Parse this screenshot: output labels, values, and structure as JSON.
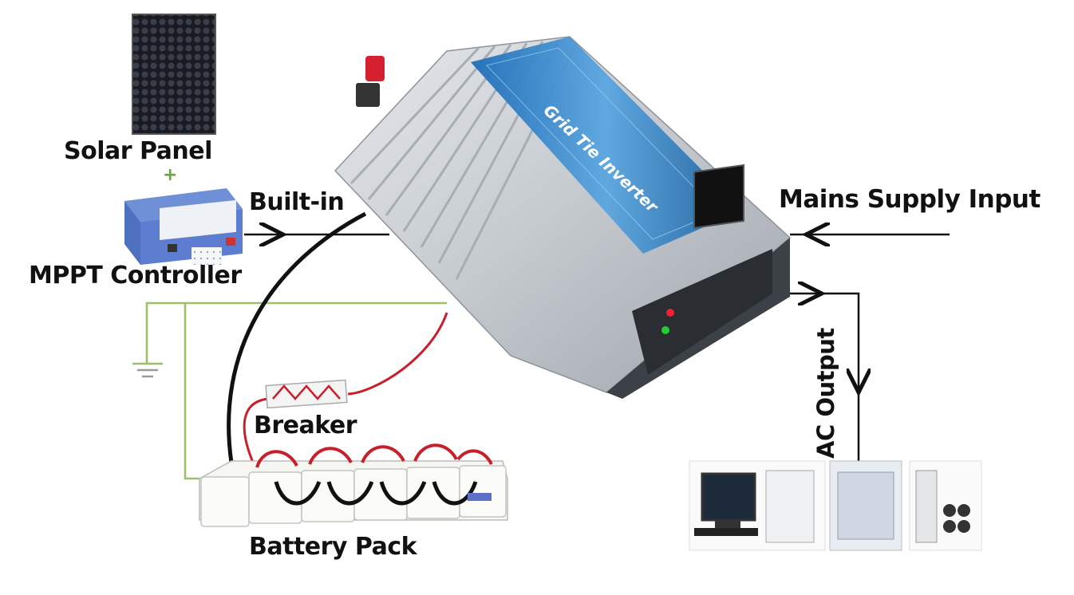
{
  "labels": {
    "solar_panel": "Solar Panel",
    "built_in": "Built-in",
    "mppt_controller": "MPPT Controller",
    "mains_supply_input": "Mains Supply Input",
    "breaker": "Breaker",
    "battery_pack": "Battery Pack",
    "ac_output": "AC Output"
  },
  "inverter": {
    "brand_title": "Grid Tie Inverter"
  },
  "colors": {
    "ground_wire": "#9cbf6a",
    "positive_wire": "#c8202a",
    "negative_wire": "#111111",
    "signal_line": "#111111",
    "inverter_body": "#c9ced3",
    "inverter_stripe": "#2e7fc8"
  }
}
